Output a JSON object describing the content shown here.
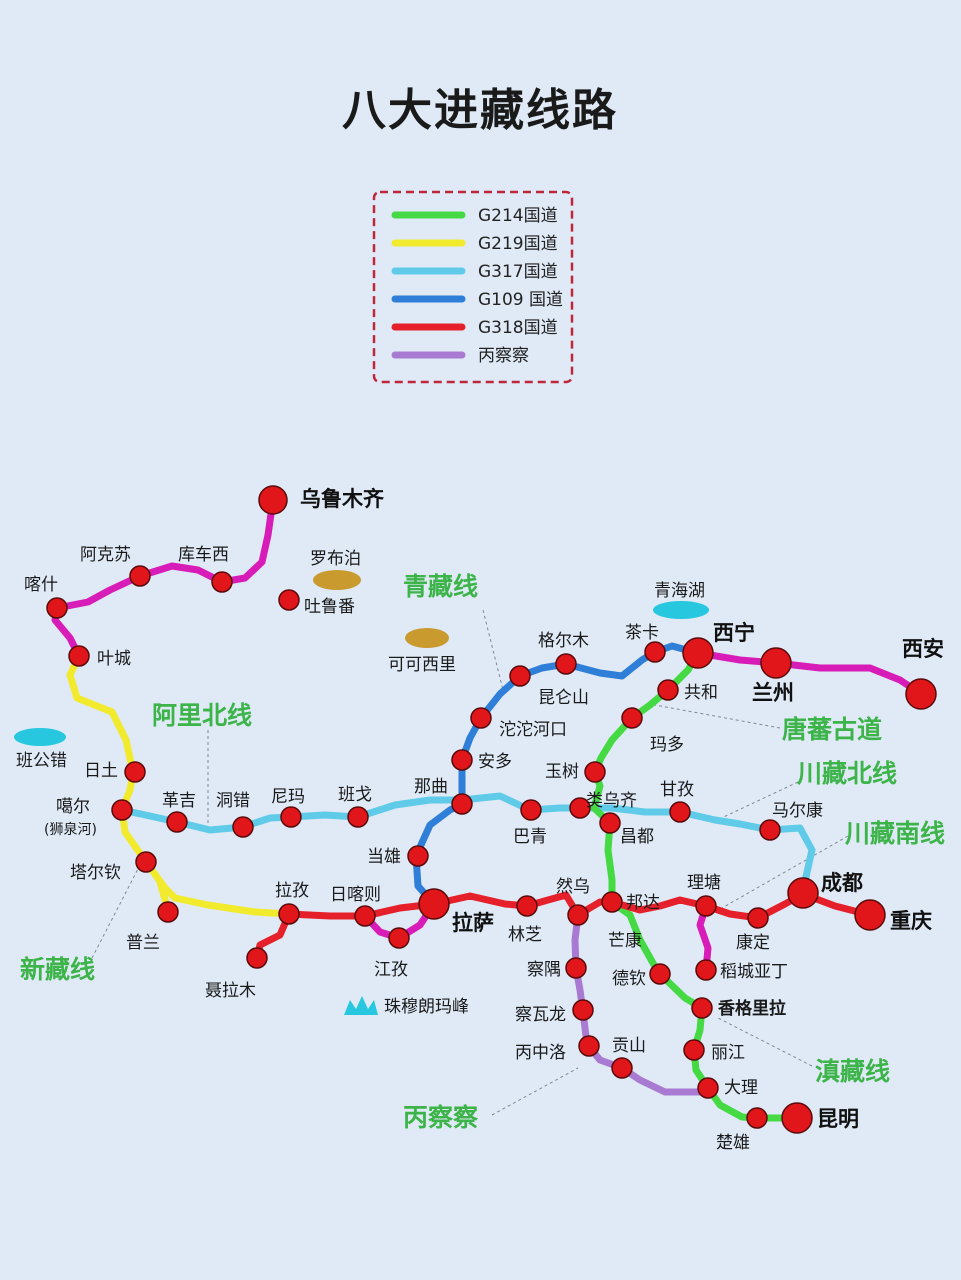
{
  "title": "八大进藏线路",
  "colors": {
    "g214": "#45d944",
    "g219": "#f2ea2c",
    "g317": "#5fcbe8",
    "g109": "#2f7fd9",
    "g318": "#e5202a",
    "bingchacha": "#a97ad1",
    "xinjiang": "#d81cb8"
  },
  "legend": [
    {
      "label": "G214国道",
      "color_key": "g214"
    },
    {
      "label": "G219国道",
      "color_key": "g219"
    },
    {
      "label": "G317国道",
      "color_key": "g317"
    },
    {
      "label": "G109 国道",
      "color_key": "g109"
    },
    {
      "label": "G318国道",
      "color_key": "g318"
    },
    {
      "label": "丙察察",
      "color_key": "bingchacha"
    }
  ],
  "route_names": {
    "qingzang": "青藏线",
    "alibei": "阿里北线",
    "tangfan": "唐蕃古道",
    "chuanzangbei": "川藏北线",
    "chuanzangnan": "川藏南线",
    "xinzang": "新藏线",
    "dianzang": "滇藏线",
    "bingchacha": "丙察察"
  },
  "cities": {
    "wulumuqi": "乌鲁木齐",
    "akesu": "阿克苏",
    "kuchexi": "库车西",
    "kashi": "喀什",
    "tulufan": "吐鲁番",
    "yecheng": "叶城",
    "ritu": "日土",
    "gaer": "噶尔",
    "gaer_sub": "(狮泉河)",
    "taerqin": "塔尔钦",
    "pulan": "普兰",
    "geji": "革吉",
    "dongcuo": "洞错",
    "nima": "尼玛",
    "bange": "班戈",
    "naqu": "那曲",
    "dangxiong": "当雄",
    "lazi": "拉孜",
    "rikaze": "日喀则",
    "jiangzi": "江孜",
    "nielamu": "聂拉木",
    "lasa": "拉萨",
    "linzhi": "林芝",
    "ranwu": "然乌",
    "chayu": "察隅",
    "chawalong": "察瓦龙",
    "bingzhongluo": "丙中洛",
    "gongshan": "贡山",
    "bangda": "邦达",
    "mangkang": "芒康",
    "deqin": "德钦",
    "xianggelila": "香格里拉",
    "daochengyading": "稻城亚丁",
    "lijiang": "丽江",
    "dali": "大理",
    "chuxiong": "楚雄",
    "kunming": "昆明",
    "litang": "理塘",
    "kangding": "康定",
    "chengdu": "成都",
    "chongqing": "重庆",
    "maerkang": "马尔康",
    "ganzi": "甘孜",
    "changdu": "昌都",
    "leiwuqi": "类乌齐",
    "baqing": "巴青",
    "yushu": "玉树",
    "madou": "玛多",
    "gonghe": "共和",
    "xining": "西宁",
    "lanzhou": "兰州",
    "xian": "西安",
    "chaka": "茶卡",
    "geermu": "格尔木",
    "kunlunshan": "昆仑山",
    "tuotuoheko": "沱沱河口",
    "anduo": "安多"
  },
  "features": {
    "luobupo": "罗布泊",
    "kekexili": "可可西里",
    "qinghaihu": "青海湖",
    "bangongcuo": "班公错",
    "zhumulangmafeng": "珠穆朗玛峰"
  }
}
